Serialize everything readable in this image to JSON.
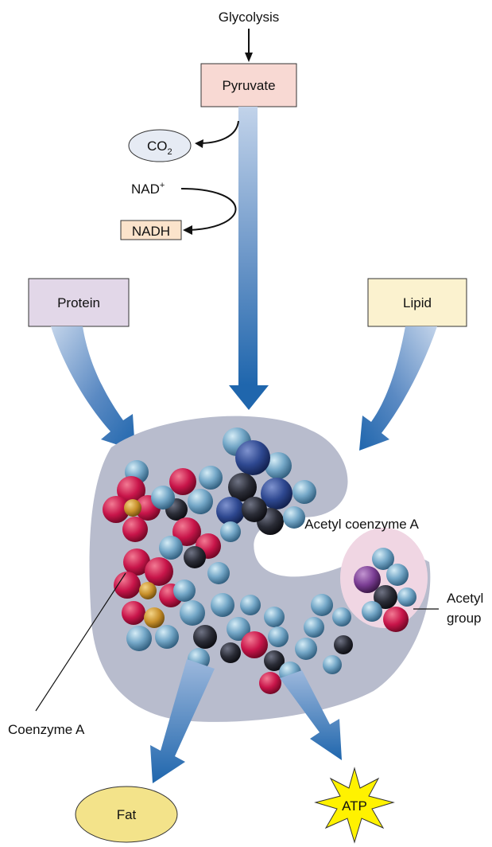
{
  "diagram": {
    "glycolysis": "Glycolysis",
    "pyruvate": "Pyruvate",
    "co2": {
      "base": "CO",
      "sub": "2"
    },
    "nad": {
      "base": "NAD",
      "sup": "+"
    },
    "nadh": "NADH",
    "protein": "Protein",
    "lipid": "Lipid",
    "acetyl_coa": "Acetyl coenzyme A",
    "acetyl_group_line1": "Acetyl",
    "acetyl_group_line2": "group",
    "coenzyme_a": "Coenzyme A",
    "fat": "Fat",
    "atp": "ATP"
  },
  "colors": {
    "pyruvate_fill": "#f8d9d3",
    "protein_fill": "#e2d7e8",
    "lipid_fill": "#fbf2cf",
    "nadh_fill": "#fbe3cb",
    "co2_fill": "#e6ebf4",
    "fat_fill": "#f3e38a",
    "atp_fill": "#fff200",
    "molecule_region": "#b8bccd",
    "acetyl_halo": "#f0d6e3",
    "arrow_dark": "#1f66ad",
    "arrow_light": "#b3cae6"
  },
  "icons": {
    "atp_shape": "starburst",
    "molecule": "space-filling-model"
  }
}
